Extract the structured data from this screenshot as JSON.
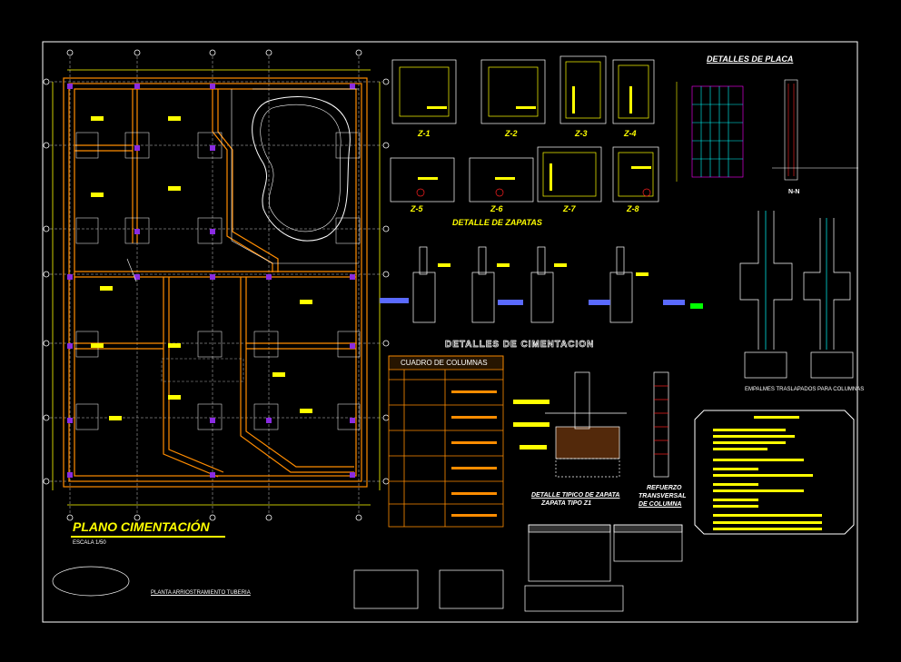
{
  "drawing": {
    "main_title": "PLANO CIMENTACIÓN",
    "scale": "ESCALA 1/50",
    "footing_labels": [
      "Z-1",
      "Z-2",
      "Z-3",
      "Z-4",
      "Z-5",
      "Z-6",
      "Z-7",
      "Z-8"
    ],
    "detalle_zapatas": "DETALLE  DE  ZAPATAS",
    "detalles_placa": "DETALLES DE PLACA",
    "section_nn": "N-N",
    "detalles_cimentacion": "DETALLES DE CIMENTACION",
    "cuadro_columnas": "CUADRO DE COLUMNAS",
    "empalmes": "EMPALMES TRASLAPADOS PARA COLUMNAS",
    "detalle_tipico_line1": "DETALLE TIPICO DE ZAPATA",
    "detalle_tipico_line2": "ZAPATA TIPO Z1",
    "refuerzo_line1": "REFUERZO",
    "refuerzo_line2": "TRANSVERSAL",
    "refuerzo_line3": "DE COLUMNA",
    "planta_arriostramiento": "PLANTA ARRIOSTRAMIENTO TUBERIA"
  },
  "colors": {
    "background": "#000000",
    "frame": "#ffffff",
    "walls": "#ff8c00",
    "columns": "#8a2be2",
    "annotation": "#ffff00",
    "text": "#ffffff",
    "dimension": "#00ffff",
    "accent_red": "#ff2020",
    "accent_green": "#00ff00"
  }
}
